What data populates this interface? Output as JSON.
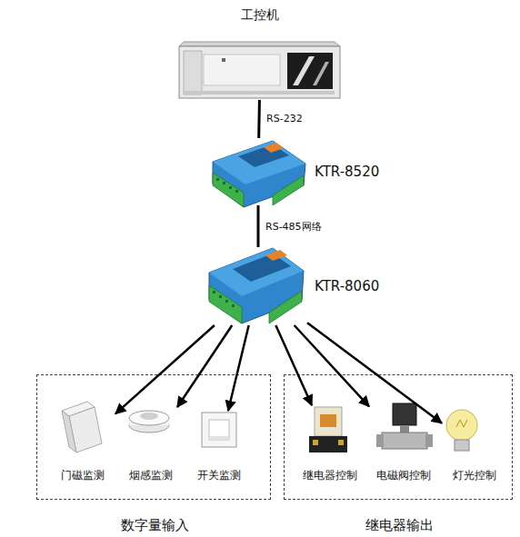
{
  "diagram": {
    "nodes": [
      {
        "text": [
          "工控机"
        ]
      },
      {
        "text": [
          "KTR-8520"
        ]
      },
      {
        "text": [
          "KTR-8060"
        ]
      },
      {
        "text": [
          "数字量输入"
        ]
      },
      {
        "text": [
          "门磁监测"
        ],
        "in": 3
      },
      {
        "text": [
          "烟感监测"
        ],
        "in": 3
      },
      {
        "text": [
          "开关监测"
        ],
        "in": 3
      },
      {
        "text": [
          "继电器输出"
        ]
      },
      {
        "text": [
          "继电器控制"
        ],
        "in": 7
      },
      {
        "text": [
          "电磁阀控制"
        ],
        "in": 7
      },
      {
        "text": [
          "灯光控制"
        ],
        "in": 7
      }
    ],
    "edges": [
      {
        "from": 0,
        "to": 1,
        "label": "RS-232",
        "arrow": "none"
      },
      {
        "from": 1,
        "to": 2,
        "label": "RS-485网络",
        "arrow": "none"
      },
      {
        "from": 2,
        "to": 4,
        "arrow": "to"
      },
      {
        "from": 2,
        "to": 5,
        "arrow": "to"
      },
      {
        "from": 2,
        "to": 6,
        "arrow": "to"
      },
      {
        "from": 2,
        "to": 8,
        "arrow": "to"
      },
      {
        "from": 2,
        "to": 9,
        "arrow": "to"
      },
      {
        "from": 2,
        "to": 10,
        "arrow": "to"
      }
    ]
  }
}
